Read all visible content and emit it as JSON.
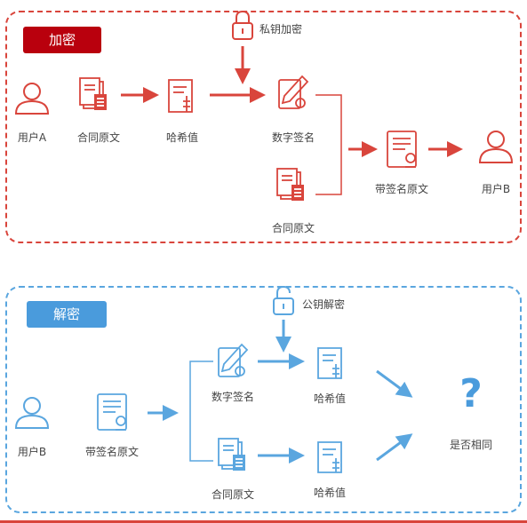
{
  "encrypt": {
    "tag": "加密",
    "key_label": "私钥加密",
    "user_a": "用户A",
    "contract1": "合同原文",
    "hash": "哈希值",
    "signature": "数字签名",
    "contract2": "合同原文",
    "signed_doc": "带签名原文",
    "user_b": "用户B"
  },
  "decrypt": {
    "tag": "解密",
    "key_label": "公钥解密",
    "user_b": "用户B",
    "signed_doc": "带签名原文",
    "signature": "数字签名",
    "hash1": "哈希值",
    "contract": "合同原文",
    "hash2": "哈希值",
    "question_mark": "?",
    "same": "是否相同"
  },
  "colors": {
    "red": "#d9453c",
    "blue": "#5aa6df"
  }
}
